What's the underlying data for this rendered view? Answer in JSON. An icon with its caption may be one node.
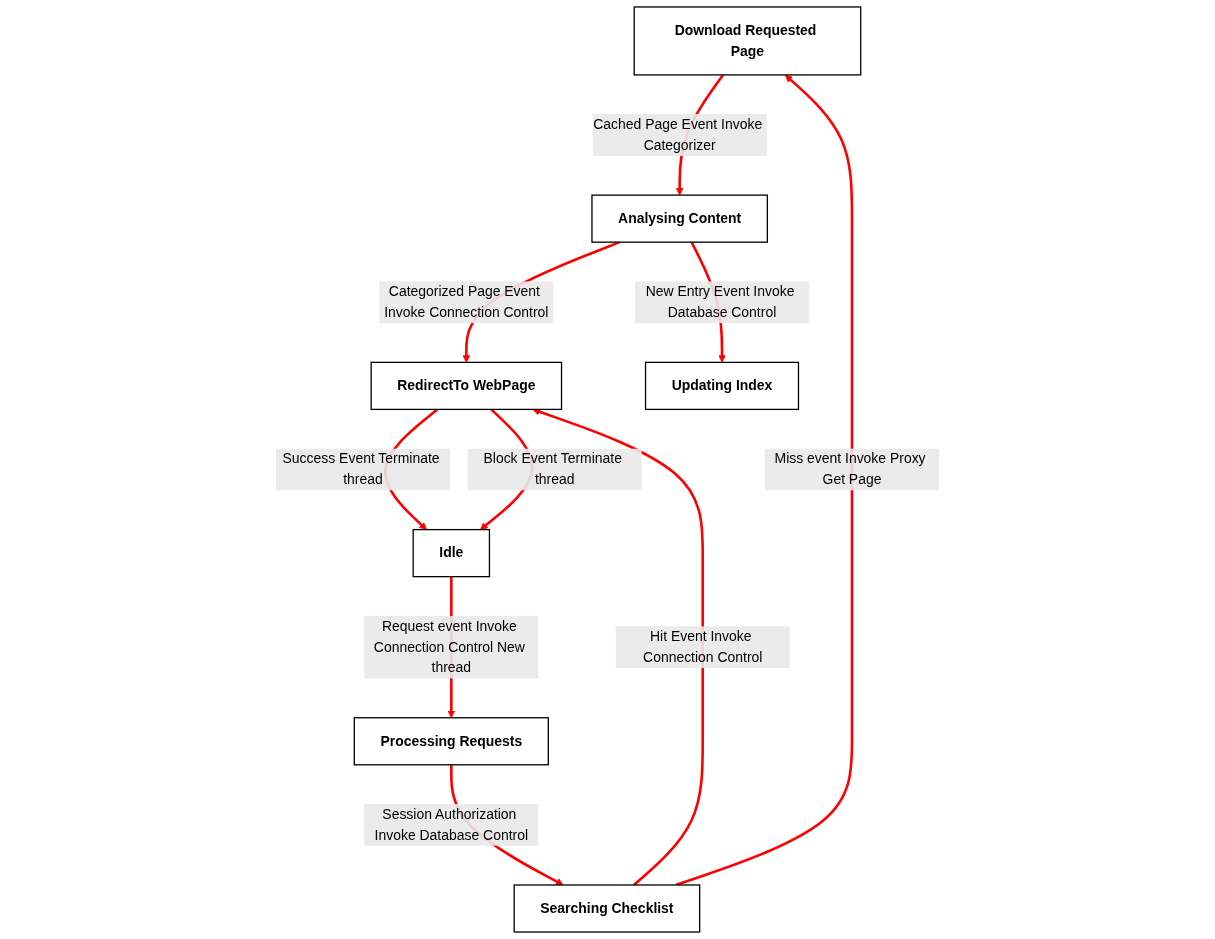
{
  "diagram": {
    "nodes": [
      {
        "text": [
          "Download Requested Page"
        ]
      },
      {
        "text": [
          "Searching Checklist"
        ]
      },
      {
        "text": [
          "Processing Requests"
        ]
      },
      {
        "text": [
          "Analysing Content"
        ]
      },
      {
        "text": [
          "RedirectTo WebPage"
        ]
      },
      {
        "text": [
          "Idle"
        ]
      },
      {
        "text": [
          "Updating Index"
        ]
      }
    ],
    "edges": [
      {
        "from": 1,
        "to": 0,
        "arrow": "to",
        "label": "Miss event Invoke Proxy Get Page"
      },
      {
        "from": 2,
        "to": 1,
        "arrow": "to",
        "label": "Session Authorization Invoke Database Control"
      },
      {
        "from": 0,
        "to": 3,
        "arrow": "to",
        "label": "Cached Page Event Invoke Categorizer"
      },
      {
        "from": 1,
        "to": 4,
        "arrow": "to",
        "label": "Hit Event Invoke Connection Control"
      },
      {
        "from": 5,
        "to": 2,
        "arrow": "to",
        "label": "Request event Invoke Connection Control New thread"
      },
      {
        "from": 3,
        "to": 4,
        "arrow": "to",
        "label": "Categorized Page Event Invoke Connection Control"
      },
      {
        "from": 4,
        "to": 5,
        "arrow": "to",
        "label": "Success Event Terminate thread"
      },
      {
        "from": 4,
        "to": 5,
        "arrow": "to",
        "label": "Block Event Terminate thread"
      },
      {
        "from": 3,
        "to": 6,
        "arrow": "to",
        "label": "New Entry Event Invoke Database Control"
      }
    ]
  }
}
